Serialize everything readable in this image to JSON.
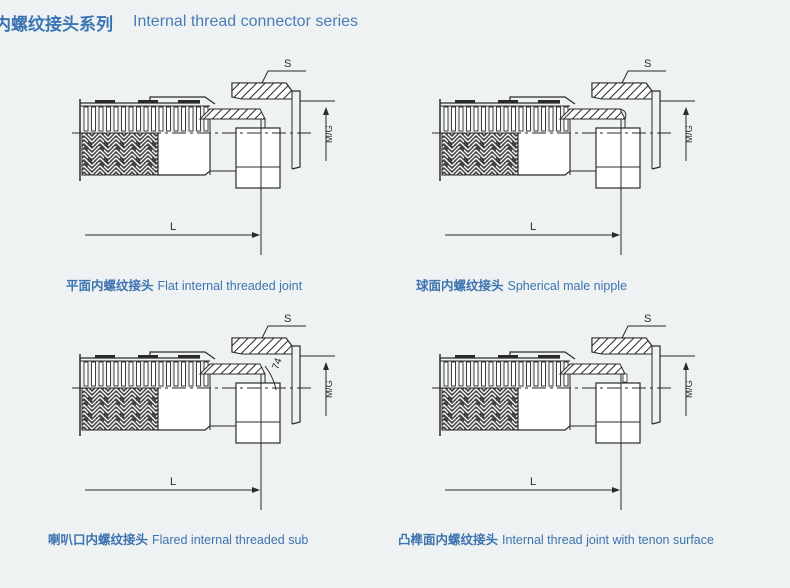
{
  "header": {
    "title_cn": "内螺纹接头系列",
    "title_en": "Internal thread connector series"
  },
  "colors": {
    "background": "#eef2f2",
    "caption_text": "#3d73b0",
    "drawing_line": "#2b2b2b"
  },
  "diagrams": [
    {
      "id": "flat",
      "caption_cn": "平面内螺纹接头",
      "caption_en": "Flat internal threaded joint",
      "labels": {
        "s": "S",
        "mg": "M/G",
        "l": "L"
      }
    },
    {
      "id": "spherical",
      "caption_cn": "球面内螺纹接头",
      "caption_en": "Spherical male nipple",
      "labels": {
        "s": "S",
        "mg": "M/G",
        "l": "L"
      }
    },
    {
      "id": "flared",
      "caption_cn": "喇叭口内螺纹接头",
      "caption_en": "Flared internal threaded sub",
      "labels": {
        "s": "S",
        "mg": "M/G",
        "l": "L",
        "angle": "74"
      }
    },
    {
      "id": "tenon",
      "caption_cn": "凸榫面内螺纹接头",
      "caption_en": "Internal thread joint with tenon surface",
      "labels": {
        "s": "S",
        "mg": "M/G",
        "l": "L"
      }
    }
  ]
}
